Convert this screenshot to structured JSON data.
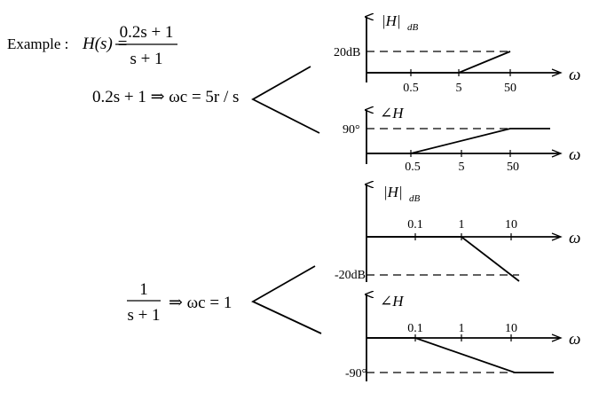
{
  "example": {
    "label": "Example :",
    "lhs": "H(s) =",
    "numerator": "0.2s + 1",
    "denominator": "s + 1"
  },
  "rule_zero": {
    "text": "0.2s + 1 ⇒ ωc = 5r / s"
  },
  "rule_pole": {
    "numerator": "1",
    "denominator": "s + 1",
    "result": "⇒ ωc = 1"
  },
  "omega_symbol": "ω",
  "graphs": {
    "zero_mag": {
      "y_label_main": "|H|",
      "y_label_sub": "dB",
      "level_label": "20dB",
      "ticks": [
        "0.5",
        "5",
        "50"
      ]
    },
    "zero_phase": {
      "y_label": "∠H",
      "level_label": "90°",
      "ticks": [
        "0.5",
        "5",
        "50"
      ]
    },
    "pole_mag": {
      "y_label_main": "|H|",
      "y_label_sub": "dB",
      "level_label": "-20dB",
      "ticks": [
        "0.1",
        "1",
        "10"
      ]
    },
    "pole_phase": {
      "y_label": "∠H",
      "level_label": "-90°",
      "ticks": [
        "0.1",
        "1",
        "10"
      ]
    }
  }
}
